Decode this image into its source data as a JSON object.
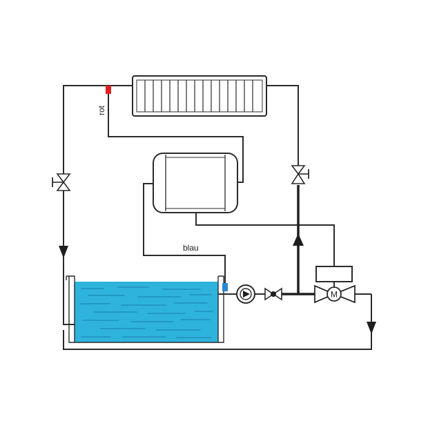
{
  "labels": {
    "rot": "rot",
    "blau": "blau",
    "motor": "M"
  },
  "colors": {
    "water": "#2eb3dd",
    "water_dark": "#1e90bd",
    "wave": "#147aa6",
    "red_sensor": "#e02020",
    "blue_sensor": "#2f86d6",
    "line": "#2a2a2a"
  },
  "components": {
    "radiator": "radiator",
    "heat_exchanger": "heat-exchanger",
    "tank": "water-tank",
    "pump": "pump",
    "hand_valves": [
      "valve-left",
      "valve-right",
      "valve-pump"
    ],
    "motor_valve": "motor-valve"
  }
}
